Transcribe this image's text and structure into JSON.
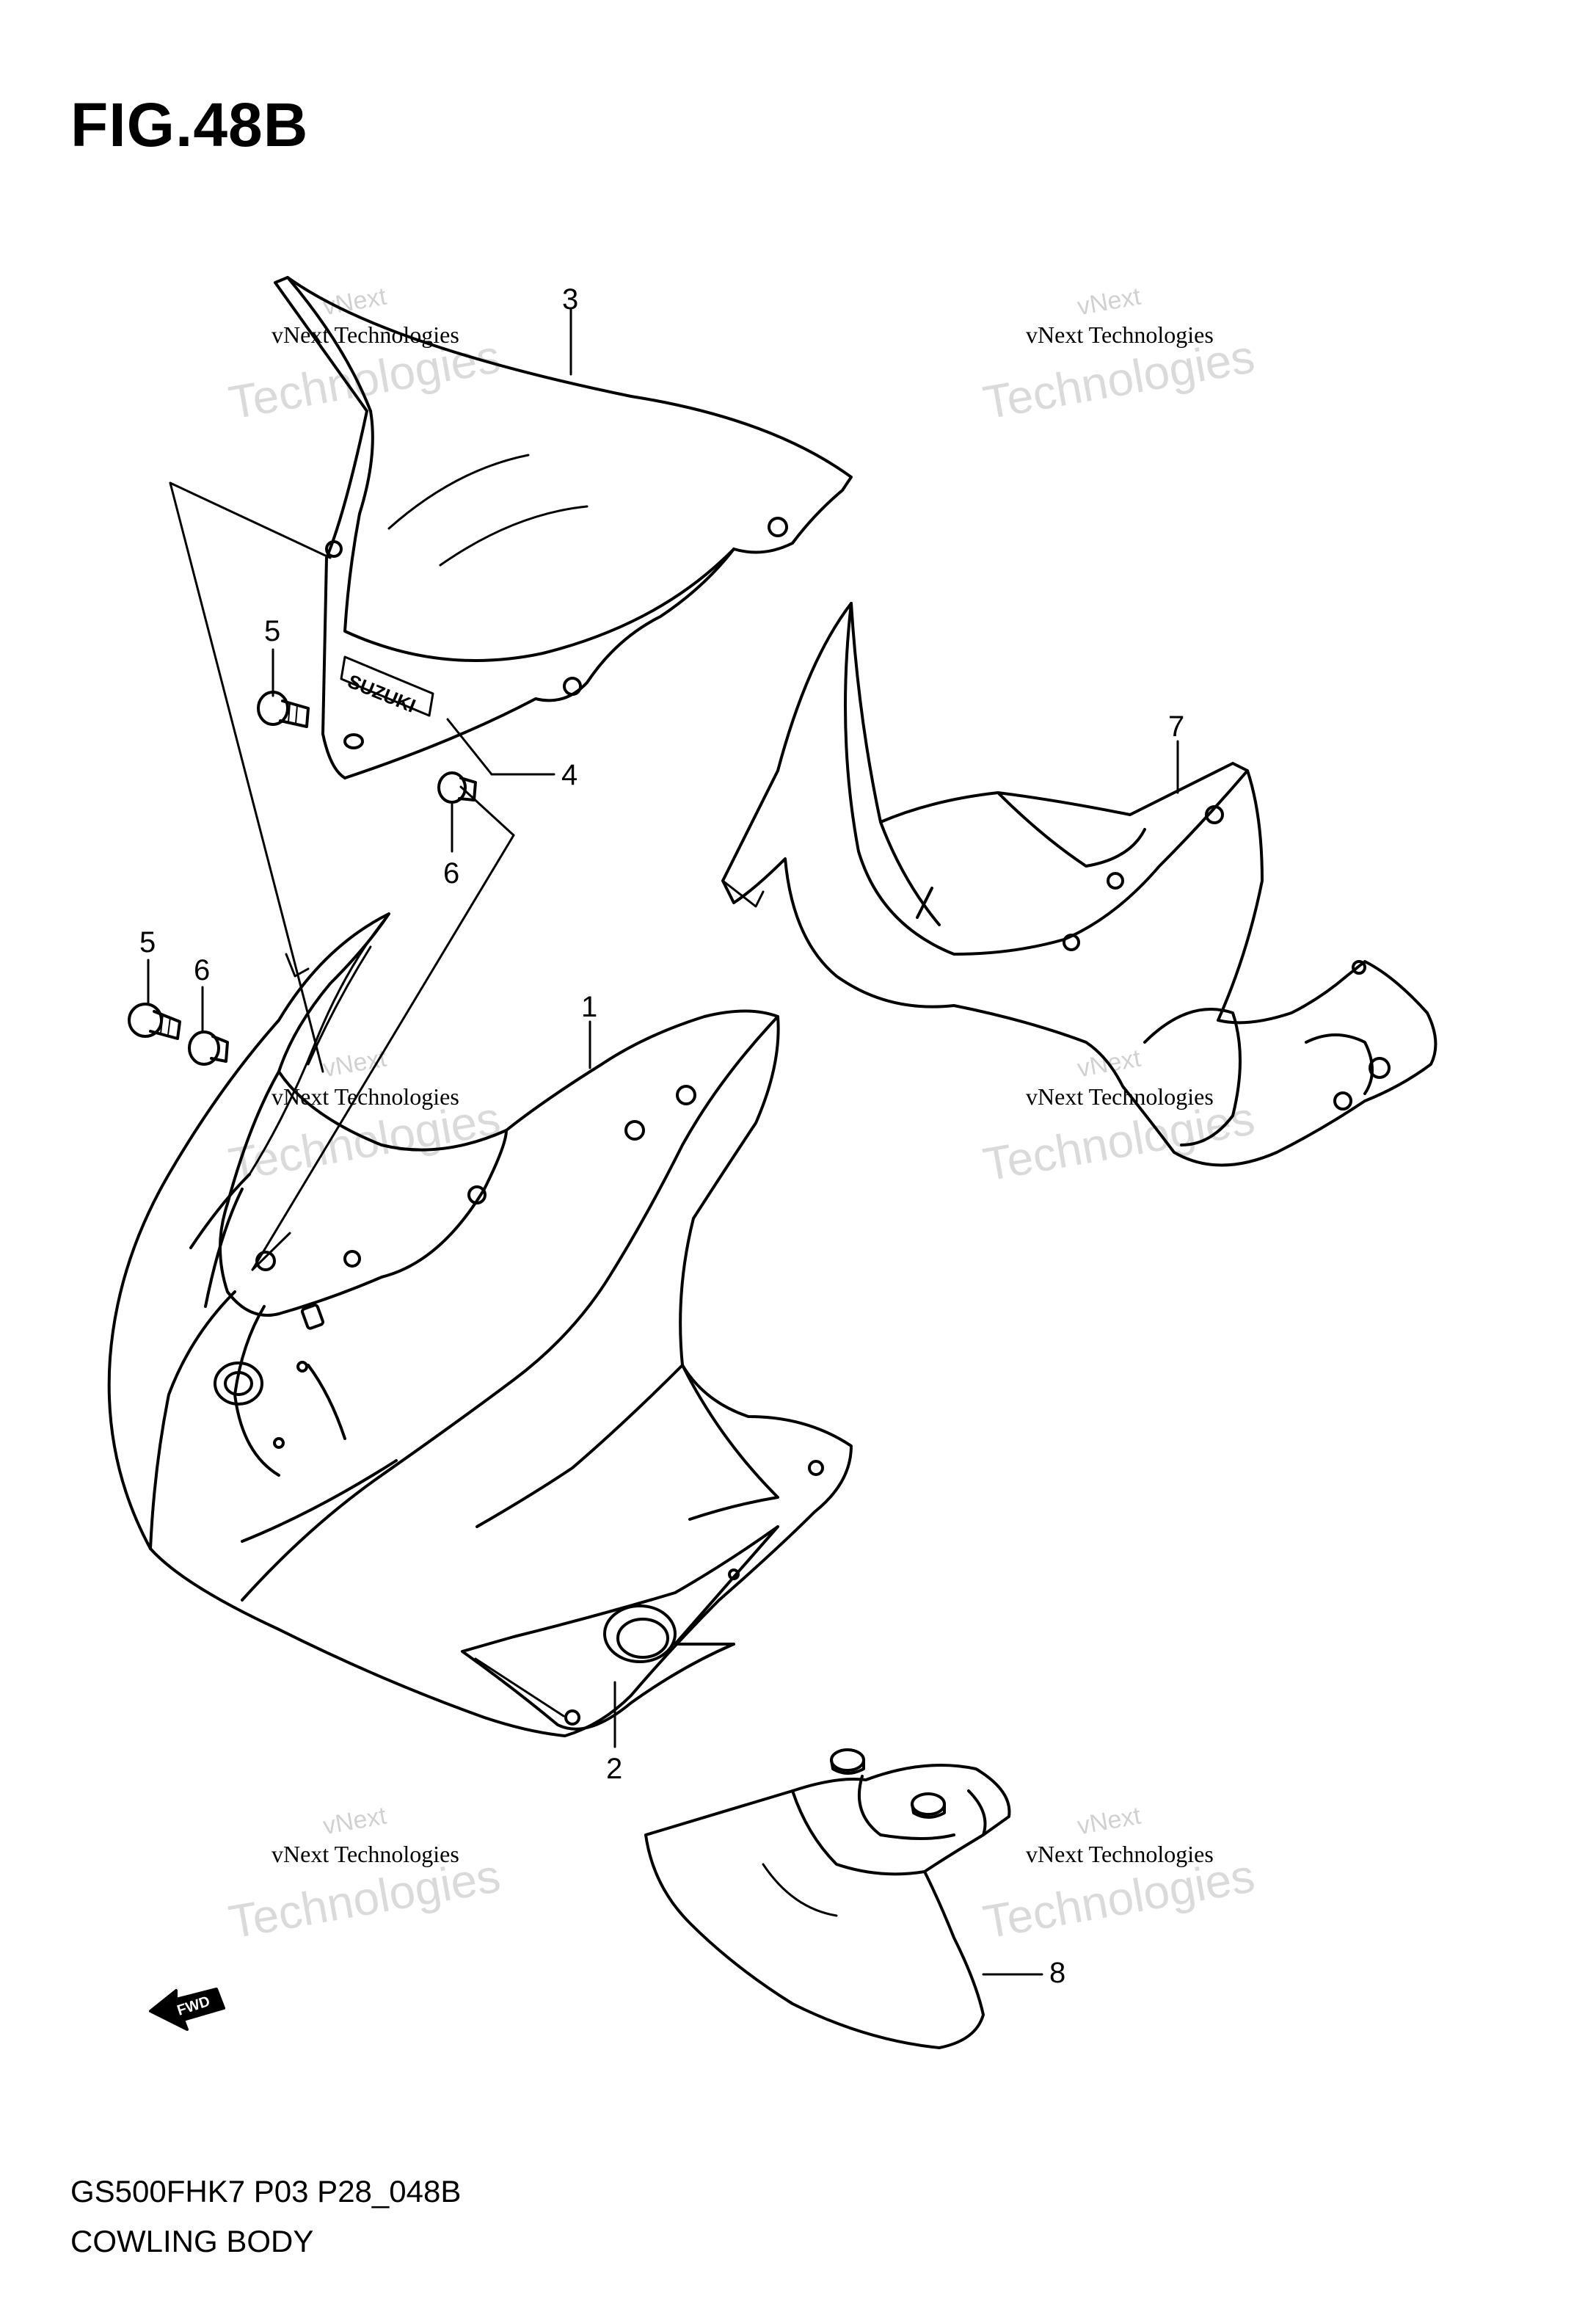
{
  "figure": {
    "title": "FIG.48B",
    "model_code": "GS500FHK7 P03 P28_048B",
    "caption": "COWLING BODY"
  },
  "callouts": [
    "3",
    "5",
    "4",
    "6",
    "7",
    "5",
    "6",
    "1",
    "2",
    "8"
  ],
  "watermark": {
    "line1": "vNext",
    "line2": "vNext Technologies",
    "line3": "Technologies"
  },
  "windscreen_logo": "SUZUKI",
  "fwd_label": "FWD"
}
